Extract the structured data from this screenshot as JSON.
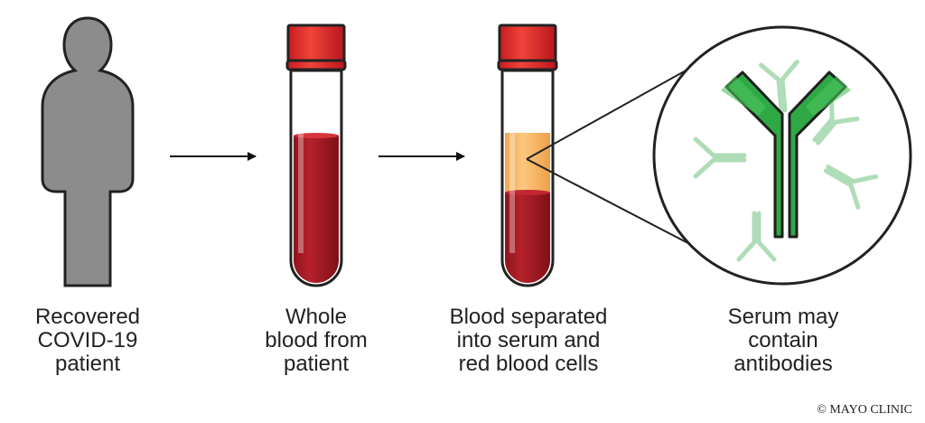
{
  "steps": [
    {
      "caption": "Recovered\nCOVID-19\npatient",
      "icon": "person-silhouette-icon"
    },
    {
      "caption": "Whole\nblood from\npatient",
      "icon": "blood-tube-icon"
    },
    {
      "caption": "Blood separated\ninto serum and\nred blood cells",
      "icon": "separated-blood-tube-icon"
    },
    {
      "caption": "Serum may\ncontain\nantibodies",
      "icon": "antibody-magnified-icon"
    }
  ],
  "copyright": "© MAYO CLINIC",
  "colors": {
    "person": "#8c8c8c",
    "blood": "#b3202a",
    "serum": "#f9bf73",
    "cap": "#e3262d",
    "antibody": "#2ea84a",
    "antibody_faded": "#9ed7a8",
    "arrow": "#111111"
  }
}
